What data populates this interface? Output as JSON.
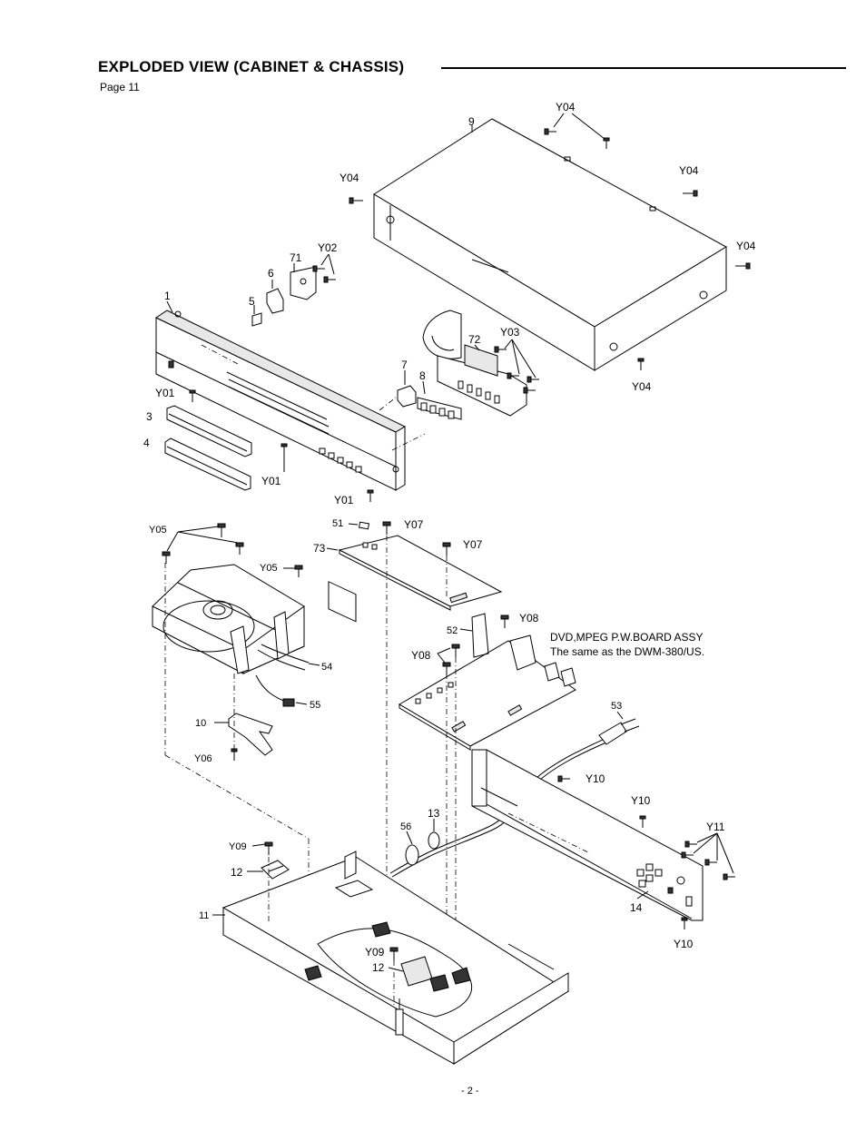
{
  "header": {
    "title": "EXPLODED  VIEW (CABINET & CHASSIS)",
    "page_ref": "Page 11"
  },
  "note": {
    "line1": "DVD,MPEG P.W.BOARD ASSY",
    "line2": "The same as the DWM-380/US."
  },
  "footer": {
    "page_number": "- 2 -"
  },
  "labels": {
    "l9": "9",
    "y04a": "Y04",
    "y04b": "Y04",
    "y04c": "Y04",
    "y04d": "Y04",
    "y04e": "Y04",
    "l71": "71",
    "y02": "Y02",
    "l6": "6",
    "l1": "1",
    "l5": "5",
    "l72": "72",
    "y03": "Y03",
    "l7": "7",
    "l8": "8",
    "y01a": "Y01",
    "l3": "3",
    "l4": "4",
    "y01b": "Y01",
    "y01c": "Y01",
    "y05a": "Y05",
    "y05b": "Y05",
    "l51": "51",
    "y07a": "Y07",
    "l73": "73",
    "y07b": "Y07",
    "y08a": "Y08",
    "l52": "52",
    "y08b": "Y08",
    "l54": "54",
    "l55": "55",
    "l10": "10",
    "y06": "Y06",
    "l53": "53",
    "y10a": "Y10",
    "y10b": "Y10",
    "y11": "Y11",
    "l13": "13",
    "l56": "56",
    "y09a": "Y09",
    "l12a": "12",
    "l11": "11",
    "l14": "14",
    "y10c": "Y10",
    "y09b": "Y09",
    "l12b": "12"
  }
}
